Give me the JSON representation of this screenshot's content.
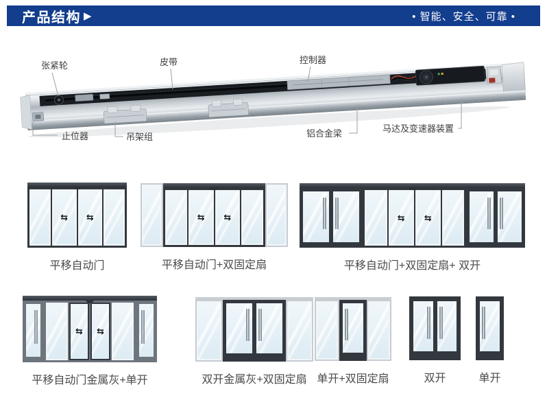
{
  "colors": {
    "header_bar": "#133d8d",
    "header_text": "#ffffff",
    "label_text": "#4a4a4a",
    "frame_dark": "#33383e",
    "frame_gray": "#6d757d",
    "frame_light": "#c6ccd2",
    "glass_tint": "#ddebf3"
  },
  "header": {
    "title": "产品结构",
    "arrow": "▶",
    "tagline": "• 智能、安全、可靠 •"
  },
  "mechanism": {
    "labels": {
      "tensioner": "张紧轮",
      "belt": "皮带",
      "controller": "控制器",
      "stopper": "止位器",
      "hanger": "吊架组",
      "beam": "铝合金梁",
      "motor": "马达及变速器装置"
    }
  },
  "glyphs": {
    "slide_arrows": "⇆"
  },
  "diagrams": [
    {
      "id": "r1c1",
      "label": "平移自动门",
      "rail": true,
      "sections": [
        {
          "f": "dark",
          "w": 1,
          "panels": [
            {
              "t": "fixed",
              "w": 0.92
            },
            {
              "t": "slide",
              "w": 1.08
            },
            {
              "t": "slide",
              "w": 1.08
            },
            {
              "t": "fixed",
              "w": 0.92
            }
          ]
        }
      ]
    },
    {
      "id": "r1c2",
      "label": "平移自动门+双固定扇",
      "sections": [
        {
          "f": "light",
          "w": 1,
          "panels": [
            {
              "t": "fixed",
              "w": 1
            }
          ]
        },
        {
          "f": "dark",
          "w": 4.5,
          "rail": true,
          "panels": [
            {
              "t": "fixed",
              "w": 0.85
            },
            {
              "t": "slide",
              "w": 1
            },
            {
              "t": "slide",
              "w": 1
            },
            {
              "t": "fixed",
              "w": 0.85
            }
          ]
        },
        {
          "f": "light",
          "w": 1,
          "panels": [
            {
              "t": "fixed",
              "w": 1
            }
          ]
        }
      ]
    },
    {
      "id": "r1c3",
      "label": "平移自动门+双固定扇+ 双开",
      "rail": true,
      "sections": [
        {
          "f": "dark",
          "w": 2.15,
          "panels": [
            {
              "t": "swing",
              "h": "r",
              "fp": "dark",
              "w": 1
            },
            {
              "t": "swing",
              "h": "l",
              "fp": "dark",
              "w": 1
            }
          ]
        },
        {
          "f": "dark",
          "w": 3.5,
          "panels": [
            {
              "t": "fixed",
              "w": 0.85
            },
            {
              "t": "slide",
              "w": 1
            },
            {
              "t": "slide",
              "w": 1
            },
            {
              "t": "fixed",
              "w": 0.85
            }
          ]
        },
        {
          "f": "dark",
          "w": 2.0,
          "panels": [
            {
              "t": "swing",
              "h": "r",
              "fp": "dark",
              "w": 1
            },
            {
              "t": "swing",
              "h": "l",
              "fp": "dark",
              "w": 1
            }
          ]
        }
      ]
    },
    {
      "id": "r2c1",
      "label": "平移自动门金属灰+单开",
      "rail": true,
      "sections": [
        {
          "f": "gray",
          "w": 1,
          "panels": [
            {
              "t": "swing",
              "h": "r",
              "fp": "gray",
              "w": 1
            }
          ]
        },
        {
          "f": "gray",
          "w": 4.3,
          "panels": [
            {
              "t": "fixed",
              "w": 1.1
            },
            {
              "t": "slide",
              "fp": "dark",
              "w": 1
            },
            {
              "t": "slide",
              "fp": "dark",
              "w": 1
            },
            {
              "t": "fixed",
              "w": 1.1
            }
          ]
        },
        {
          "f": "gray",
          "w": 1,
          "panels": [
            {
              "t": "swing",
              "h": "l",
              "fp": "gray",
              "w": 1
            }
          ]
        }
      ]
    },
    {
      "id": "r2c2",
      "label": "双开金属灰+双固定扇",
      "strip": true,
      "sections": [
        {
          "f": "light",
          "w": 1,
          "panels": [
            {
              "t": "fixed",
              "w": 1
            }
          ]
        },
        {
          "f": "dark",
          "w": 2.35,
          "sill": true,
          "panels": [
            {
              "t": "swing",
              "h": "r",
              "fp": "dark",
              "w": 1
            },
            {
              "t": "swing",
              "h": "l",
              "fp": "dark",
              "w": 1
            }
          ]
        },
        {
          "f": "light",
          "w": 1,
          "panels": [
            {
              "t": "fixed",
              "w": 1
            }
          ]
        }
      ]
    },
    {
      "id": "r2c3",
      "label": "单开+双固定扇",
      "strip": true,
      "sections": [
        {
          "f": "light",
          "w": 1,
          "panels": [
            {
              "t": "fixed",
              "w": 1
            }
          ]
        },
        {
          "f": "dark",
          "w": 1.15,
          "sill": true,
          "panels": [
            {
              "t": "swing",
              "h": "l",
              "fp": "dark",
              "w": 1
            }
          ]
        },
        {
          "f": "light",
          "w": 1,
          "panels": [
            {
              "t": "fixed",
              "w": 1
            }
          ]
        }
      ]
    },
    {
      "id": "r2c4",
      "label": "双开",
      "box": true,
      "sections": [
        {
          "f": "dark",
          "w": 1,
          "sill": true,
          "panels": [
            {
              "t": "swing",
              "h": "r",
              "fp": "dark",
              "w": 1
            },
            {
              "t": "swing",
              "h": "l",
              "fp": "dark",
              "w": 1
            }
          ]
        }
      ]
    },
    {
      "id": "r2c5",
      "label": "单开",
      "box": true,
      "sections": [
        {
          "f": "dark",
          "w": 1,
          "sill": true,
          "panels": [
            {
              "t": "swing",
              "h": "l",
              "fp": "dark",
              "w": 1
            }
          ]
        }
      ]
    }
  ]
}
